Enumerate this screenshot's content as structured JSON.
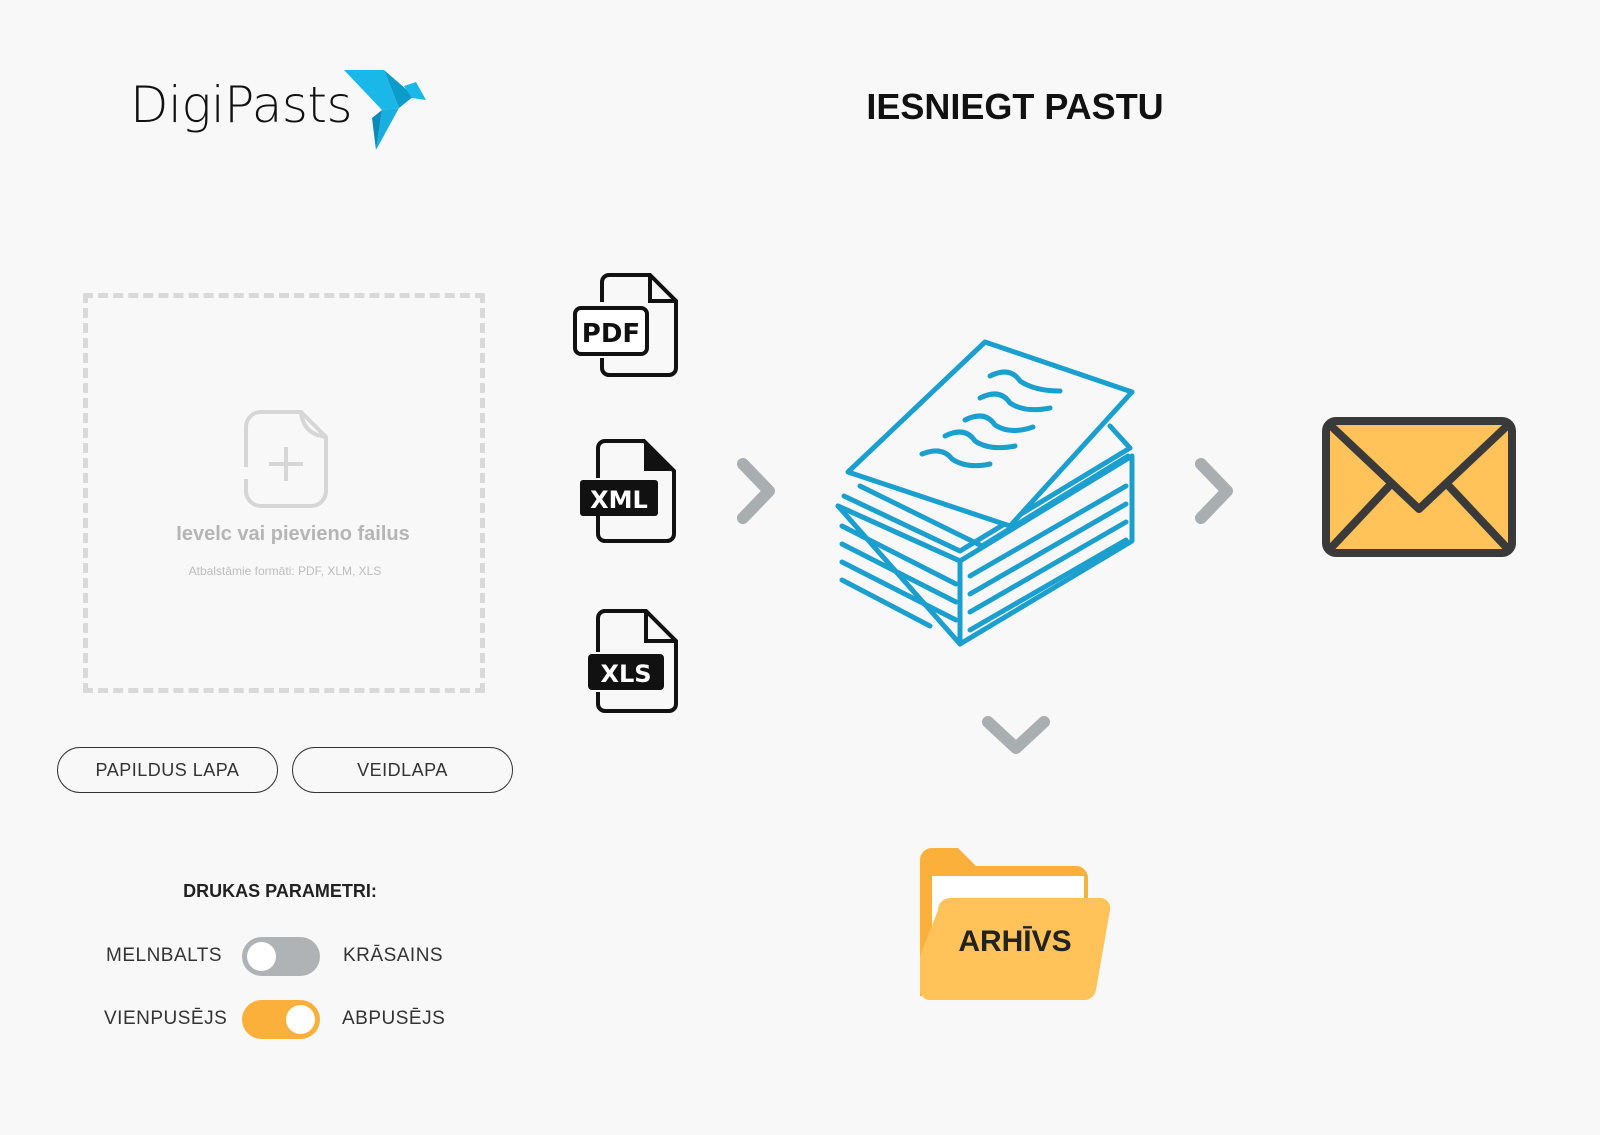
{
  "header": {
    "logo_text": "DigiPasts",
    "title": "IESNIEGT PASTU"
  },
  "dropzone": {
    "main_text": "Ievelc vai pievieno failus",
    "sub_text": "Atbalstāmie formāti: PDF, XLM, XLS"
  },
  "buttons": {
    "extra_page": "PAPILDUS LAPA",
    "template": "VEIDLAPA"
  },
  "print_params": {
    "title": "DRUKAS PARAMETRI:",
    "color": {
      "left": "MELNBALTS",
      "right": "KRĀSAINS",
      "on": false
    },
    "sides": {
      "left": "VIENPUSĒJS",
      "right": "ABPUSĒJS",
      "on": true
    }
  },
  "file_types": [
    "PDF",
    "XML",
    "XLS"
  ],
  "archive": {
    "label": "ARHĪVS"
  },
  "colors": {
    "accent": "#fbb03b",
    "toggle_off": "#b0b3b5",
    "paper": "#1a9fcf",
    "chevron": "#a9aeb1",
    "logo": "#1ab8e8"
  }
}
